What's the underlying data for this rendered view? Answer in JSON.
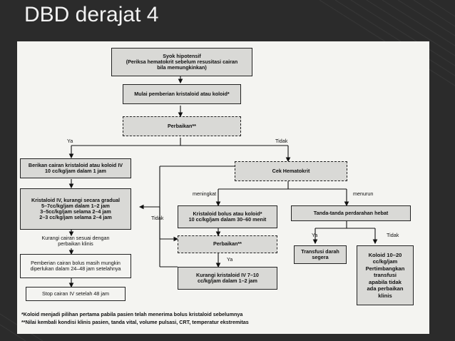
{
  "slide": {
    "title": "DBD derajat 4"
  },
  "flow": {
    "syok": [
      "Syok hipotensif",
      "(Periksa hematokrit sebelum resusitasi cairan",
      "bila memungkinkan)"
    ],
    "mulai": [
      "Mulai pemberian kristaloid atau koloid*"
    ],
    "perbaikan1": [
      "Perbaikan**"
    ],
    "ya1": "Ya",
    "tidak1": "Tidak",
    "berikan": [
      "Berikan cairan kristaloid atau koloid IV",
      "10 cc/kg/jam dalam 1 jam"
    ],
    "kristaloid_iv": [
      "Kristaloid IV, kurangi secara gradual",
      "5–7cc/kg/jam dalam 1–2 jam",
      "3–5cc/kg/jam selama 2–4 jam",
      "2–3 cc/kg/jam selama 2–4 jam"
    ],
    "kurangi_sesuai": [
      "Kurangi cairan sesuai dengan",
      "perbaikan klinis"
    ],
    "pemberian_bolus": [
      "Pemberian cairan bolus masih mungkin",
      "diperlukan dalam 24–48 jam setelahnya"
    ],
    "stop": [
      "Stop cairan IV setelah 48 jam"
    ],
    "cek_ht": [
      "Cek Hematokrit"
    ],
    "meningkat": "meningkat",
    "menurun": "menurun",
    "bolus": [
      "Kristaloid bolus atau koloid*",
      "10 cc/kg/jam dalam 30–60 menit"
    ],
    "tidak2": "Tidak",
    "perbaikan2": [
      "Perbaikan**"
    ],
    "ya2": "Ya",
    "kurangi_kristaloid": [
      "Kurangi kristaloid IV 7–10",
      "cc/kg/jam dalam 1–2 jam"
    ],
    "perdarahan": [
      "Tanda-tanda perdarahan hebat"
    ],
    "ya3": "Ya",
    "tidak3": "Tidak",
    "transfusi": [
      "Transfusi darah",
      "segera"
    ],
    "koloid": [
      "Koloid 10–20",
      "cc/kg/jam",
      "Pertimbangkan",
      "transfusi",
      "apabila tidak",
      "ada perbaikan",
      "klinis"
    ]
  },
  "footnotes": [
    "*Koloid menjadi pilihan pertama pabila pasien telah menerima bolus kristaloid sebelumnya",
    "**Nilai kembali kondisi klinis pasien, tanda vital, volume pulsasi, CRT, temperatur ekstremitas"
  ]
}
